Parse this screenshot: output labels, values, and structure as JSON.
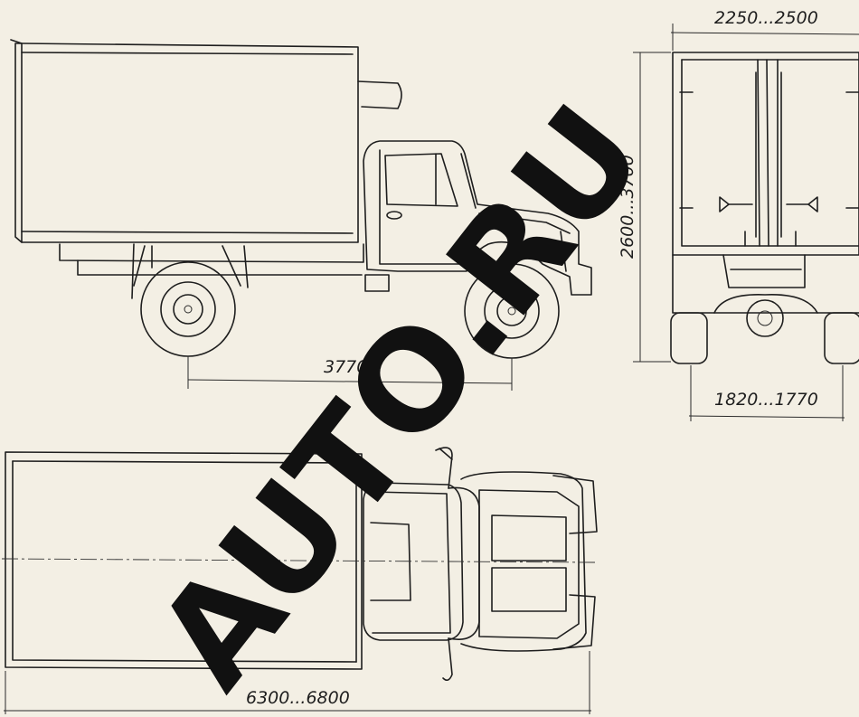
{
  "dimensions": {
    "wheelbase": "3770",
    "overall_length": "6300...6800",
    "overall_width": "2250...2500",
    "overall_height": "2600...3700",
    "track_width": "1820...1770"
  },
  "watermark": {
    "text": "AUTO.RU",
    "color": "#111111"
  },
  "colors": {
    "paper": "#f3efe4",
    "ink": "#1e1e1e"
  }
}
